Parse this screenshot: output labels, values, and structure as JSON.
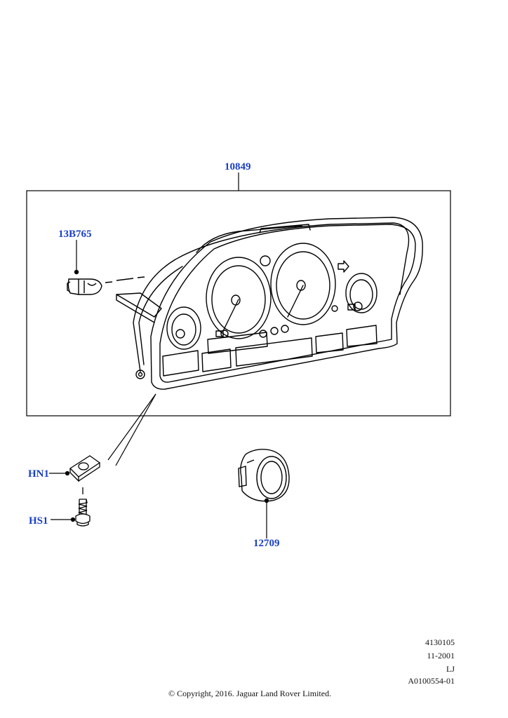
{
  "callouts": {
    "cluster": "10849",
    "bulb": "13B765",
    "nut": "HN1",
    "screw": "HS1",
    "bezel": "12709"
  },
  "reference": {
    "line1": "4130105",
    "line2": "11-2001",
    "line3": "LJ",
    "line4": "A0100554-01"
  },
  "copyright": "© Copyright, 2016. Jaguar Land Rover Limited.",
  "colors": {
    "callout_text": "#1a3fc4",
    "line_art": "#000000"
  }
}
